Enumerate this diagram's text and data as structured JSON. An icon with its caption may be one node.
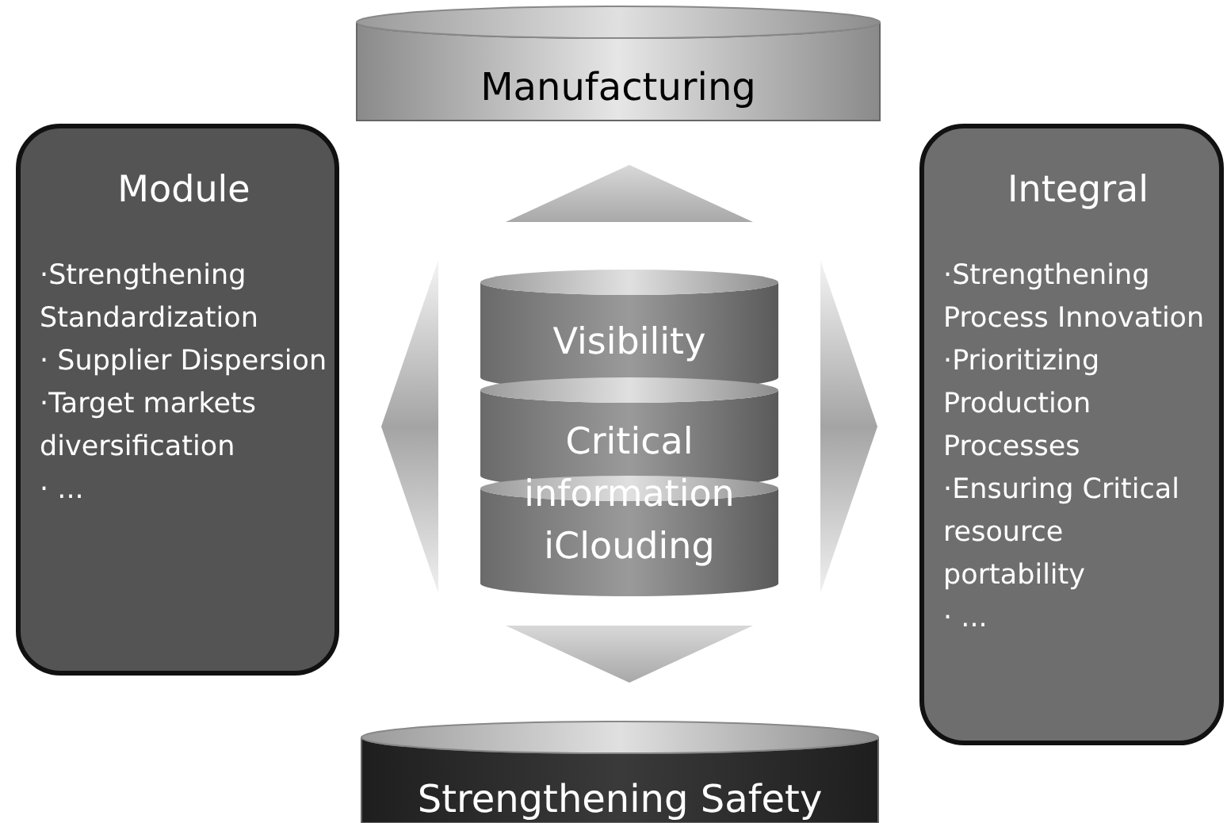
{
  "diagram": {
    "nodes": [
      {
        "text": [
          "Manufacturing"
        ]
      },
      {
        "text": [
          "Module",
          "·Strengthening Standardization",
          "· Supplier Dispersion",
          "·Target markets diversification",
          "· ..."
        ]
      },
      {
        "text": [],
        "shape": "cylinder"
      },
      {
        "text": [
          "Visibility"
        ],
        "in": 2
      },
      {
        "text": [
          "Critical information iClouding"
        ],
        "in": 2
      },
      {
        "text": [
          "Integral",
          "·Strengthening Process Innovation",
          "·Prioritizing Production Processes",
          "·Ensuring Critical resource portability",
          "· ..."
        ]
      },
      {
        "text": [
          "Strengthening Safety"
        ]
      }
    ],
    "edges": [
      {
        "from": 2,
        "to": 0,
        "arrow": "to"
      },
      {
        "from": 2,
        "to": 1,
        "arrow": "to"
      },
      {
        "from": 2,
        "to": 5,
        "arrow": "to"
      },
      {
        "from": 2,
        "to": 6,
        "arrow": "to"
      }
    ]
  }
}
